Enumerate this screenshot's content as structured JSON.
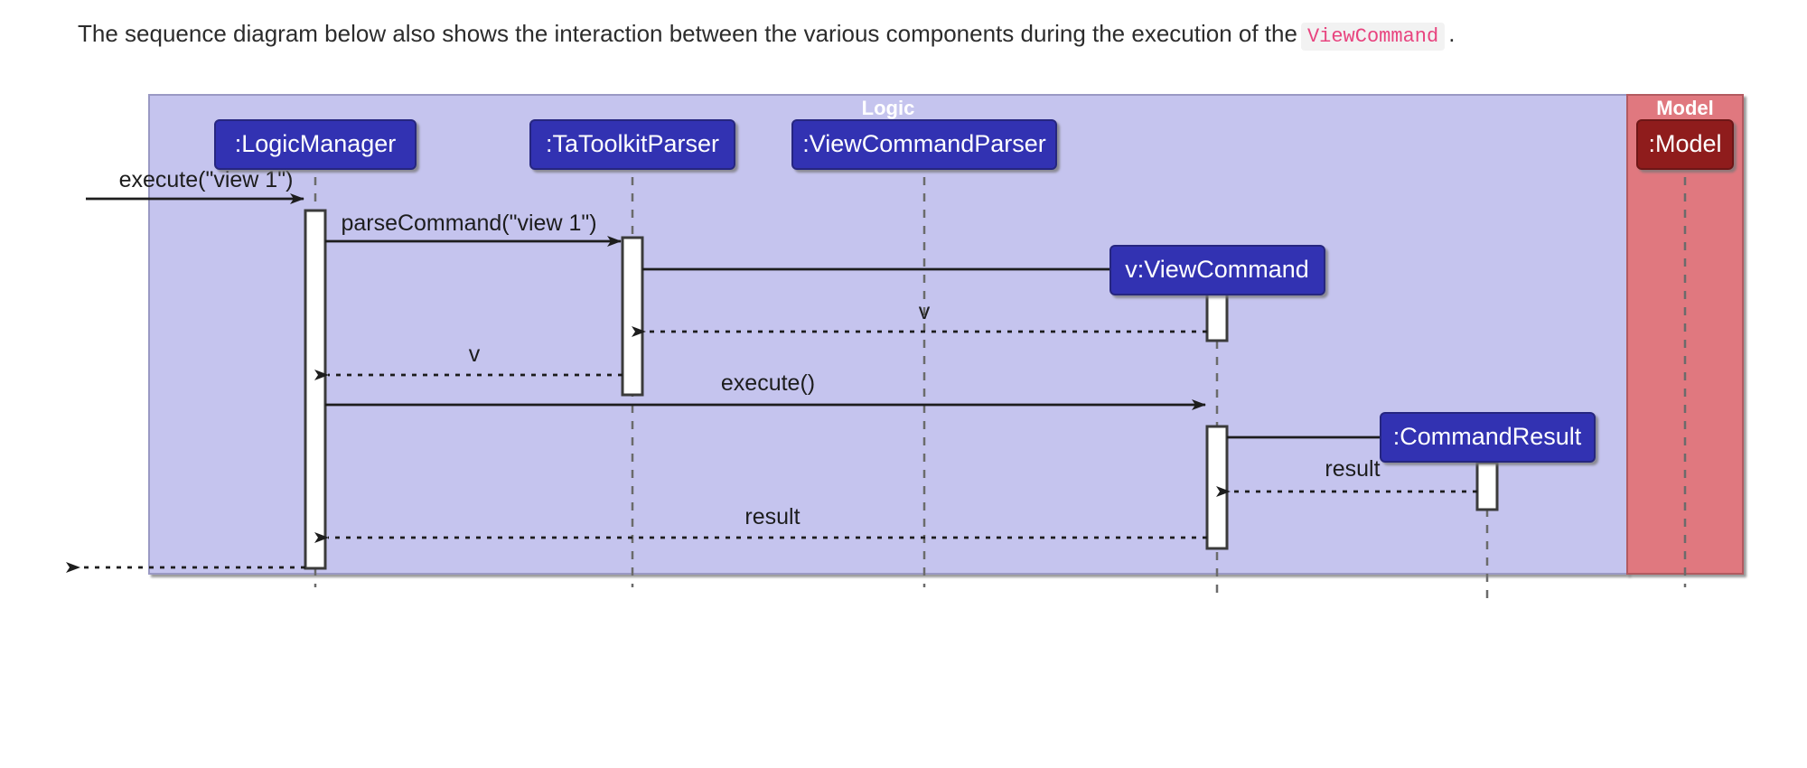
{
  "intro": {
    "before": "The sequence diagram below also shows the interaction between the various components during the execution of the",
    "code": "ViewCommand",
    "after": "."
  },
  "diagram": {
    "type": "uml-sequence-diagram",
    "colors": {
      "logic_package_fill": "#C5C4EE",
      "logic_package_border": "#9A99C4",
      "model_package_fill": "#E0787F",
      "model_package_border": "#B35A60",
      "participant_fill": "#3333B2",
      "participant_border": "#262680",
      "model_participant_fill": "#8F1D1D",
      "model_participant_border": "#6E1616",
      "activation_fill": "#FFFFFF",
      "activation_border": "#3B3B3B",
      "lifeline_color": "#6B6B6B",
      "arrow_color": "#1D1D1D",
      "code_text": "#e8447f",
      "code_bg": "#f2f2f2"
    },
    "packages": [
      {
        "name": "logic-package",
        "title": "Logic"
      },
      {
        "name": "model-package",
        "title": "Model"
      }
    ],
    "participants": [
      {
        "id": "logicmanager",
        "label": ":LogicManager",
        "package": "Logic"
      },
      {
        "id": "tatoolkitparser",
        "label": ":TaToolkitParser",
        "package": "Logic"
      },
      {
        "id": "viewcommandparser",
        "label": ":ViewCommandParser",
        "package": "Logic"
      },
      {
        "id": "viewcommand",
        "label": "v:ViewCommand",
        "package": "Logic",
        "created": true
      },
      {
        "id": "commandresult",
        "label": ":CommandResult",
        "package": "Logic",
        "created": true
      },
      {
        "id": "model",
        "label": ":Model",
        "package": "Model"
      }
    ],
    "messages": [
      {
        "seq": 1,
        "label": "execute(\"view 1\")",
        "from": "actor",
        "to": "logicmanager",
        "kind": "call"
      },
      {
        "seq": 2,
        "label": "parseCommand(\"view 1\")",
        "from": "logicmanager",
        "to": "tatoolkitparser",
        "kind": "call"
      },
      {
        "seq": 3,
        "label": "",
        "from": "tatoolkitparser",
        "to": "viewcommand",
        "kind": "create"
      },
      {
        "seq": 4,
        "label": "v",
        "from": "viewcommand",
        "to": "tatoolkitparser",
        "kind": "return"
      },
      {
        "seq": 5,
        "label": "v",
        "from": "tatoolkitparser",
        "to": "logicmanager",
        "kind": "return"
      },
      {
        "seq": 6,
        "label": "execute()",
        "from": "logicmanager",
        "to": "viewcommand",
        "kind": "call"
      },
      {
        "seq": 7,
        "label": "",
        "from": "viewcommand",
        "to": "commandresult",
        "kind": "create"
      },
      {
        "seq": 8,
        "label": "result",
        "from": "commandresult",
        "to": "viewcommand",
        "kind": "return"
      },
      {
        "seq": 9,
        "label": "result",
        "from": "viewcommand",
        "to": "logicmanager",
        "kind": "return"
      },
      {
        "seq": 10,
        "label": "",
        "from": "logicmanager",
        "to": "actor",
        "kind": "return"
      }
    ]
  }
}
